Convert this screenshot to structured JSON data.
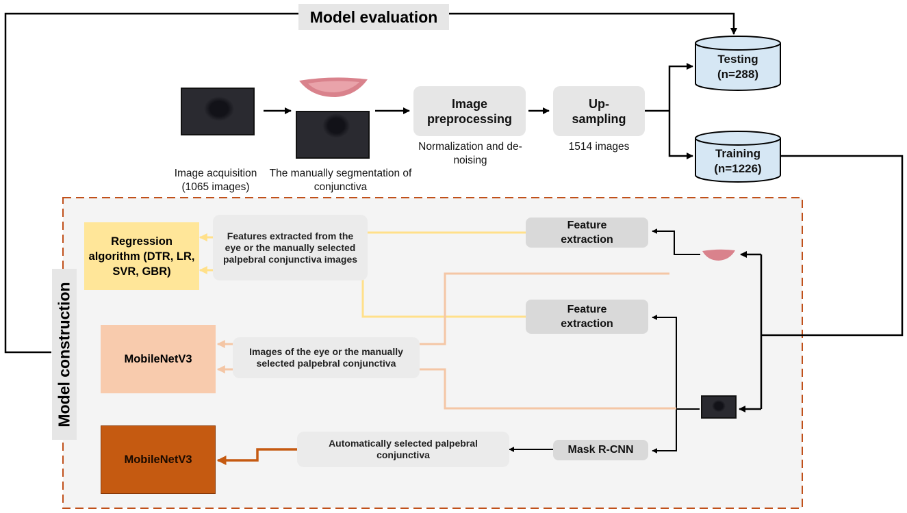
{
  "titles": {
    "evaluation": "Model evaluation",
    "construction": "Model construction"
  },
  "pipeline": {
    "acquisition_caption": "Image acquisition (1065 images)",
    "segmentation_caption": "The manually segmentation of conjunctiva",
    "preprocessing_label": "Image preprocessing",
    "preprocessing_caption": "Normalization and de-noising",
    "upsampling_label": "Up-sampling",
    "upsampling_caption": "1514 images"
  },
  "datasets": {
    "testing": "Testing (n=288)",
    "training": "Training (n=1226)"
  },
  "construction": {
    "feature_extraction_1": "Feature extraction",
    "feature_extraction_2": "Feature extraction",
    "features_note": "Features extracted from the eye or the manually selected palpebral conjunctiva images",
    "regression": "Regression algorithm (DTR, LR, SVR, GBR)",
    "images_note": "Images of the eye or the manually selected palpebral conjunctiva",
    "mobilenet_1": "MobileNetV3",
    "mask_rcnn": "Mask R-CNN",
    "auto_note": "Automatically selected palpebral conjunctiva",
    "mobilenet_2": "MobileNetV3"
  },
  "colors": {
    "yellow_fill": "#ffe699",
    "yellow_line": "#ffe08a",
    "peach_fill": "#f8cbad",
    "peach_line": "#f4c6a5",
    "orange_fill": "#c55a11",
    "dashed_border": "#c0501a",
    "cylinder_fill": "#d6e7f4"
  },
  "icons": [
    "eye-photo-icon",
    "conjunctiva-strip-icon",
    "database-cylinder-icon"
  ]
}
